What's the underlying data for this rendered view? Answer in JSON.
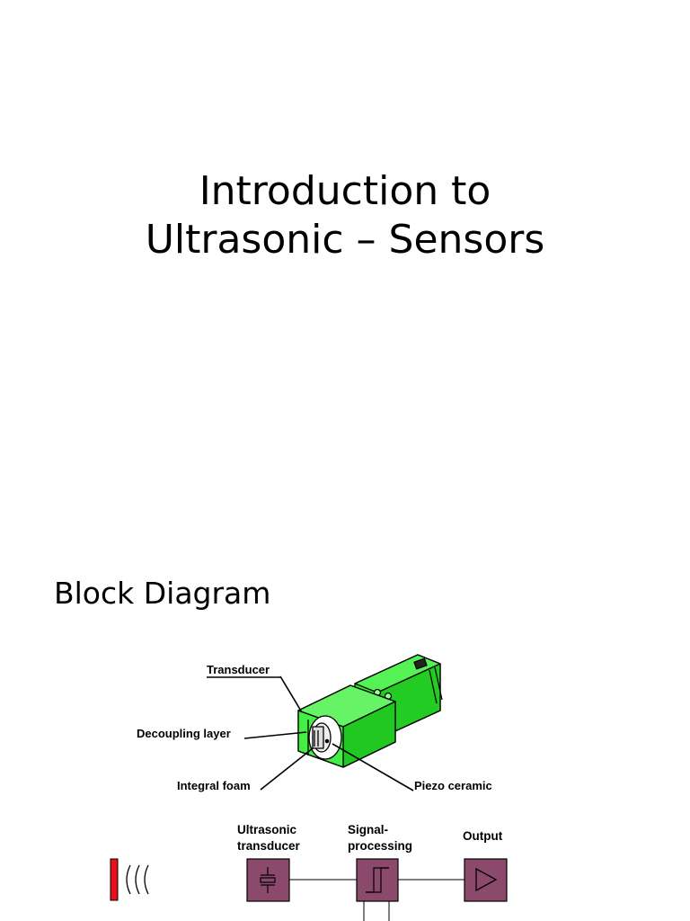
{
  "slide1": {
    "title_line1": "Introduction to",
    "title_line2": "Ultrasonic – Sensors"
  },
  "slide2": {
    "heading": "Block Diagram",
    "sensor_labels": {
      "transducer": "Transducer",
      "decoupling_layer": "Decoupling layer",
      "integral_foam": "Integral foam",
      "piezo_ceramic": "Piezo ceramic"
    },
    "blocks": {
      "ultrasonic_line1": "Ultrasonic",
      "ultrasonic_line2": "transducer",
      "signal_line1": "Signal-",
      "signal_line2": "processing",
      "output": "Output"
    }
  },
  "colors": {
    "sensor_body": "#33ee33",
    "block_fill": "#8b4a6b",
    "emitter": "#e8101a"
  }
}
